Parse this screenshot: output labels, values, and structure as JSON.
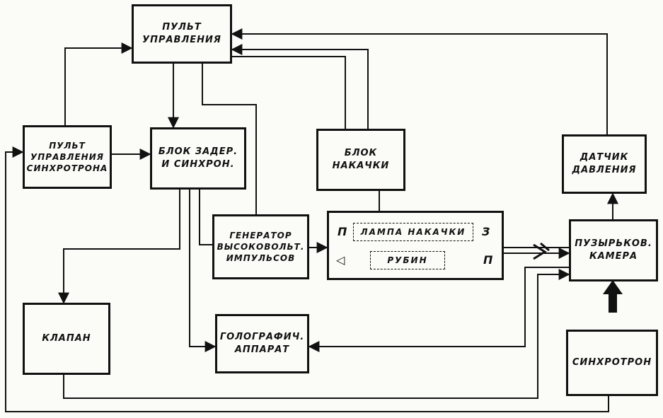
{
  "blocks": {
    "control_panel": [
      "ПУЛЬТ",
      "УПРАВЛЕНИЯ"
    ],
    "sync_panel": [
      "ПУЛЬТ",
      "УПРАВЛЕНИЯ",
      "СИНХРОТРОНА"
    ],
    "delay_block": [
      "БЛОК ЗАДЕР.",
      "И СИНХРОН."
    ],
    "pump_block": [
      "БЛОК",
      "НАКАЧКИ"
    ],
    "pressure_sensor": [
      "ДАТЧИК",
      "ДАВЛЕНИЯ"
    ],
    "pulse_generator": [
      "ГЕНЕРАТОР",
      "ВЫСОКОВОЛЬТ.",
      "ИМПУЛЬСОВ"
    ],
    "laser_head": {
      "lamp": "ЛАМПА НАКАЧКИ",
      "ruby": "РУБИН",
      "left_top": "П",
      "right_top": "З",
      "left_bottom": "◁",
      "right_bottom": "П"
    },
    "bubble_chamber": [
      "ПУЗЫРЬКОВ.",
      "КАМЕРА"
    ],
    "valve": [
      "КЛАПАН"
    ],
    "holo_camera": [
      "ГОЛОГРАФИЧ.",
      "АППАРАТ"
    ],
    "synchrotron": [
      "СИНХРОТРОН"
    ]
  }
}
